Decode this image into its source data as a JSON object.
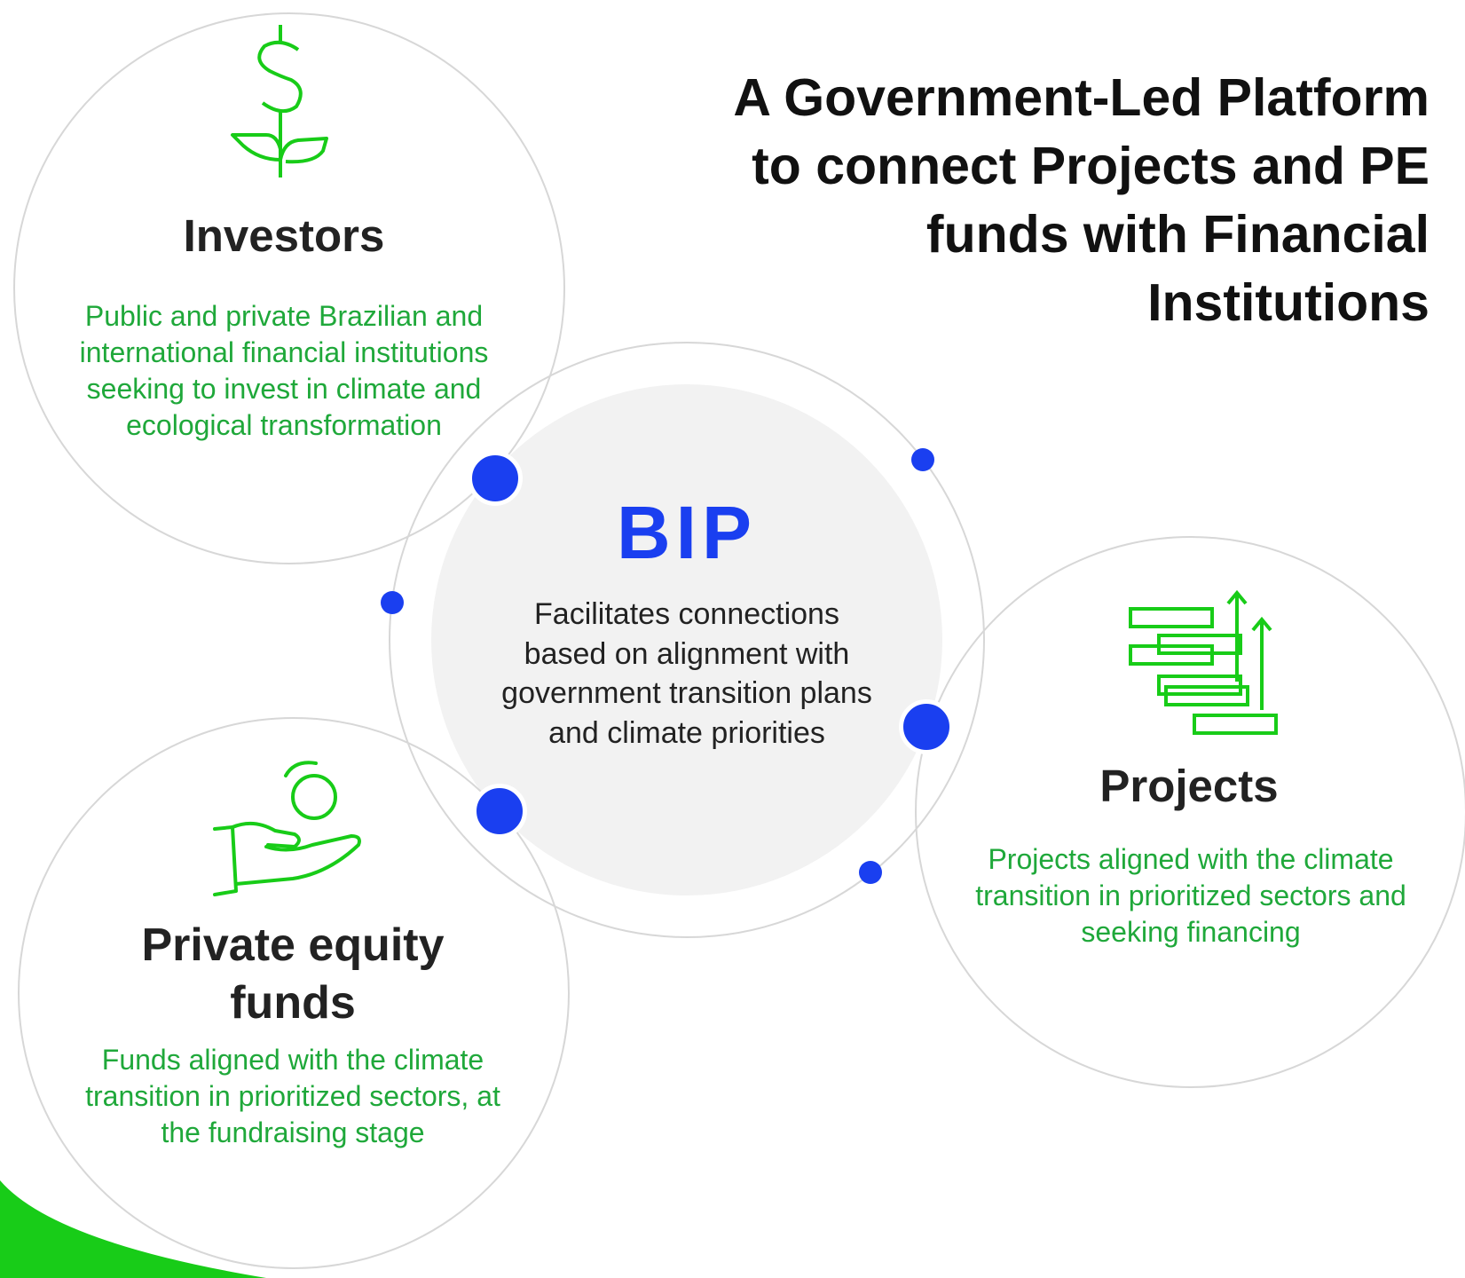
{
  "title": "A Government-Led Platform to connect Projects and PE funds with Financial Institutions",
  "colors": {
    "green_text": "#1fa83a",
    "green_icon": "#18cc18",
    "blue_accent": "#1a3ff0",
    "center_fill": "#f2f2f2",
    "circle_border": "#d7d7d7"
  },
  "center": {
    "title": "BIP",
    "description": "Facilitates connections based on alignment with government transition plans and climate priorities"
  },
  "nodes": {
    "investors": {
      "icon": "money-plant-icon",
      "title": "Investors",
      "description": "Public and private Brazilian and international financial institutions seeking to invest in climate and ecological transformation"
    },
    "pe_funds": {
      "icon": "hand-coin-icon",
      "title": "Private equity funds",
      "description": "Funds aligned with the climate transition in prioritized sectors, at the fundraising stage"
    },
    "projects": {
      "icon": "growth-bars-icon",
      "title": "Projects",
      "description": "Projects aligned with the climate transition in prioritized sectors and seeking financing"
    }
  }
}
